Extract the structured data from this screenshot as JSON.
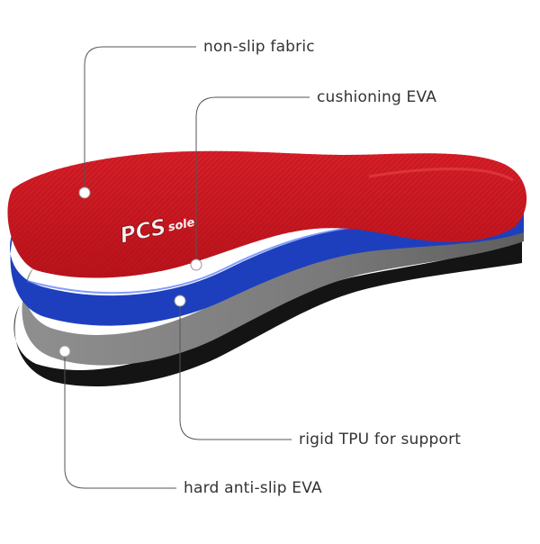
{
  "brand": "PCSsole",
  "layers": [
    {
      "id": "fabric",
      "label": "non-slip fabric",
      "color": "#c8141e"
    },
    {
      "id": "cushion",
      "label": "cushioning EVA",
      "color": "#1d3fbe"
    },
    {
      "id": "tpu",
      "label": "rigid TPU for support",
      "color": "#8a8a8a"
    },
    {
      "id": "hard",
      "label": "hard anti-slip EVA",
      "color": "#141414"
    }
  ],
  "callout_line_color": "#555555"
}
